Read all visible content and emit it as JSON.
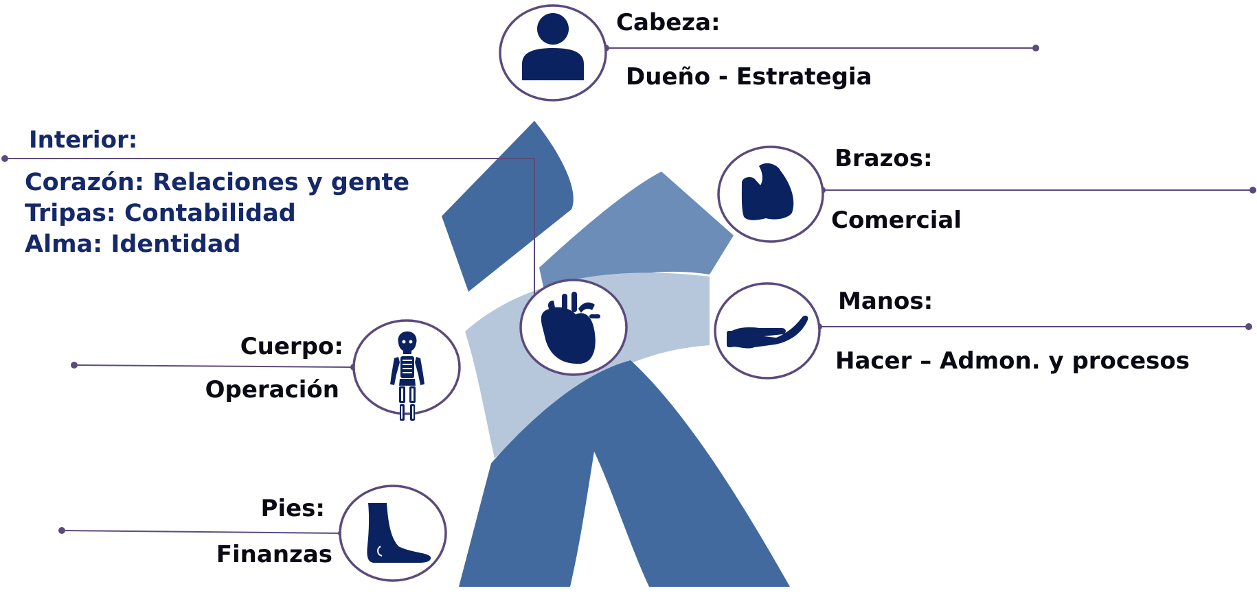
{
  "colors": {
    "navy": "#0b2260",
    "shape_dark": "#426a9e",
    "shape_mid": "#6b8db8",
    "shape_light": "#b6c7dc",
    "ring": "#5b4a7c",
    "text": "#0a0a14",
    "heading_navy": "#14286a"
  },
  "sections": {
    "head": {
      "title": "Cabeza:",
      "subtitle": "Dueño - Estrategia",
      "icon": "person-icon"
    },
    "interior": {
      "title": "Interior:",
      "lines": [
        "Corazón: Relaciones y gente",
        "Tripas:  Contabilidad",
        "Alma:  Identidad"
      ],
      "icon": "heart-icon"
    },
    "arms": {
      "title": "Brazos:",
      "subtitle": "Comercial",
      "icon": "flexed-arm-icon"
    },
    "hands": {
      "title": "Manos:",
      "subtitle": "Hacer – Admon. y procesos",
      "icon": "open-hand-icon"
    },
    "body": {
      "title": "Cuerpo:",
      "subtitle": "Operación",
      "icon": "skeleton-icon"
    },
    "feet": {
      "title": "Pies:",
      "subtitle": "Finanzas",
      "icon": "foot-icon"
    }
  }
}
